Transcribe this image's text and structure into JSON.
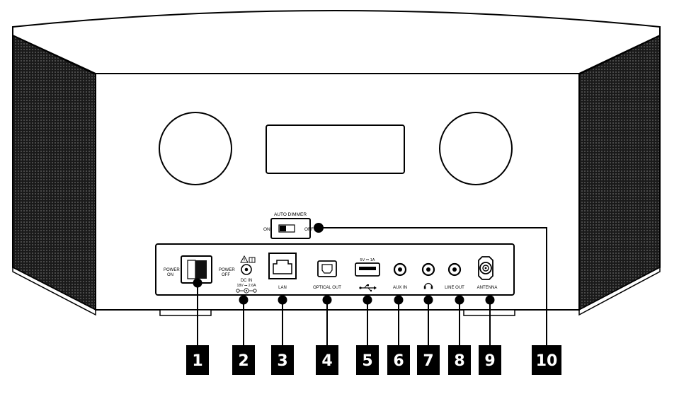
{
  "labels": {
    "auto_dimmer": "AUTO DIMMER",
    "dimmer_on": "ON",
    "dimmer_off": "OFF",
    "power_on_1": "POWER",
    "power_on_2": "ON",
    "power_off_1": "POWER",
    "power_off_2": "OFF",
    "dc_in_1": "DC IN",
    "dc_in_2": "18V ⎓ 2.6A",
    "lan": "LAN",
    "optical_out": "OPTICAL OUT",
    "usb_rating": "5V ⎓ 1A",
    "aux_in": "AUX IN",
    "line_out": "LINE OUT",
    "antenna": "ANTENNA"
  },
  "callouts": [
    "1",
    "2",
    "3",
    "4",
    "5",
    "6",
    "7",
    "8",
    "9",
    "10"
  ],
  "icons": [
    "warning-icon",
    "manual-icon",
    "dc-polarity-icon",
    "usb-icon",
    "headphones-icon"
  ]
}
